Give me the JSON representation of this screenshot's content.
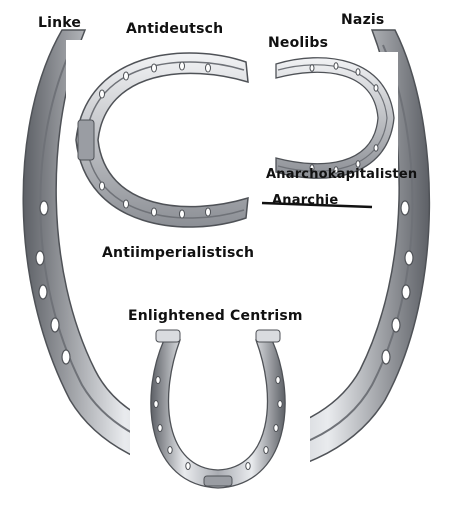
{
  "meme": {
    "labels": {
      "linke": "Linke",
      "antideutsch": "Antideutsch",
      "nazis": "Nazis",
      "neolibs": "Neolibs",
      "ankap": "Anarchokapitalisten",
      "anarchie": "Anarchie",
      "antiimp": "Antiimperialistisch",
      "centrism": "Enlightened Centrism"
    },
    "colors": {
      "steel_light": "#e4e6ea",
      "steel_mid": "#a9acb2",
      "steel_dark": "#5d6066",
      "text": "#111111",
      "background": "#ffffff"
    }
  }
}
